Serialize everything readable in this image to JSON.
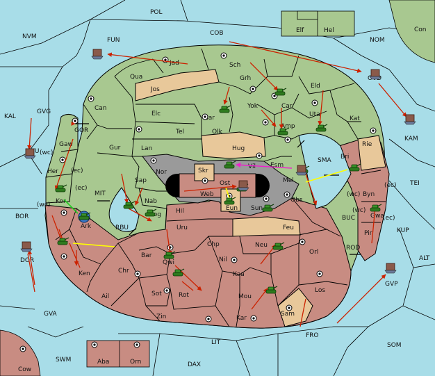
{
  "colors": {
    "sea": "#a8dde8",
    "green": "#a8c890",
    "tan": "#e8c89a",
    "red": "#c88c82",
    "gray": "#9a9a9a",
    "border": "#000000",
    "order_red": "#cc2200",
    "order_yellow": "#ffff00",
    "order_magenta": "#ee22cc",
    "order_green": "#22cc22"
  },
  "labels": {
    "pol": "POL",
    "fun": "FUN",
    "nvm": "NVM",
    "cob": "COB",
    "nom": "NOM",
    "con": "Con",
    "elf": "Elf",
    "hel": "Hel",
    "jad": "Jad",
    "sch": "Sch",
    "ovd": "OVD",
    "qua": "Qua",
    "jos": "Jos",
    "grh": "Grh",
    "eld": "Eld",
    "can": "Can",
    "kal": "KAL",
    "gvg": "GVG",
    "car": "Car",
    "yok": "Yok",
    "nar": "Nar",
    "uta": "Uta",
    "kat": "Kat",
    "kam": "KAM",
    "elc": "Elc",
    "tel": "Tel",
    "olk": "Olk",
    "amp": "Amp",
    "gor": "GOR",
    "gaw": "Gaw",
    "gur": "Gur",
    "lan": "Lan",
    "hug": "Hug",
    "rie": "Rie",
    "bri": "Bri",
    "sma": "SMA",
    "mvu": "MVU",
    "wc": "(wc)",
    "ec": "(ec)",
    "her": "Her",
    "esm": "Esm",
    "nor": "Nor",
    "skr": "Skr",
    "vil": "Vil",
    "mel": "Mel",
    "tei": "TEI",
    "sap": "Sap",
    "ost": "Ost",
    "web": "Web",
    "byn": "Byn",
    "kor": "Kor",
    "mit": "MIT",
    "nab": "Nab",
    "eun": "Eun",
    "obs": "Obs",
    "bor": "BOR",
    "hil": "Hil",
    "sun": "Sun",
    "ark": "Ark",
    "nog": "Nog",
    "buc": "BUC",
    "gwa": "Gwa",
    "kup": "KUP",
    "rbu": "RBU",
    "uru": "Uru",
    "feu": "Feu",
    "pir": "Pir",
    "ver": "Ver",
    "chp": "Chp",
    "neu": "Neu",
    "rod": "ROD",
    "dor": "DOR",
    "bar": "Bar",
    "orl": "Orl",
    "alt": "ALT",
    "qwi": "Qwi",
    "nil": "Nil",
    "chr": "Chr",
    "ken": "Ken",
    "kaa": "Kaa",
    "gvp": "GVP",
    "sot": "Sot",
    "rot": "Rot",
    "los": "Los",
    "ail": "Ail",
    "mou": "Mou",
    "gva": "GVA",
    "sam": "Sam",
    "zin": "Zin",
    "kar": "Kar",
    "fro": "FRO",
    "lit": "LIT",
    "som": "SOM",
    "swm": "SWM",
    "aba": "Aba",
    "orn": "Orn",
    "dax": "DAX",
    "cow": "Cow"
  }
}
